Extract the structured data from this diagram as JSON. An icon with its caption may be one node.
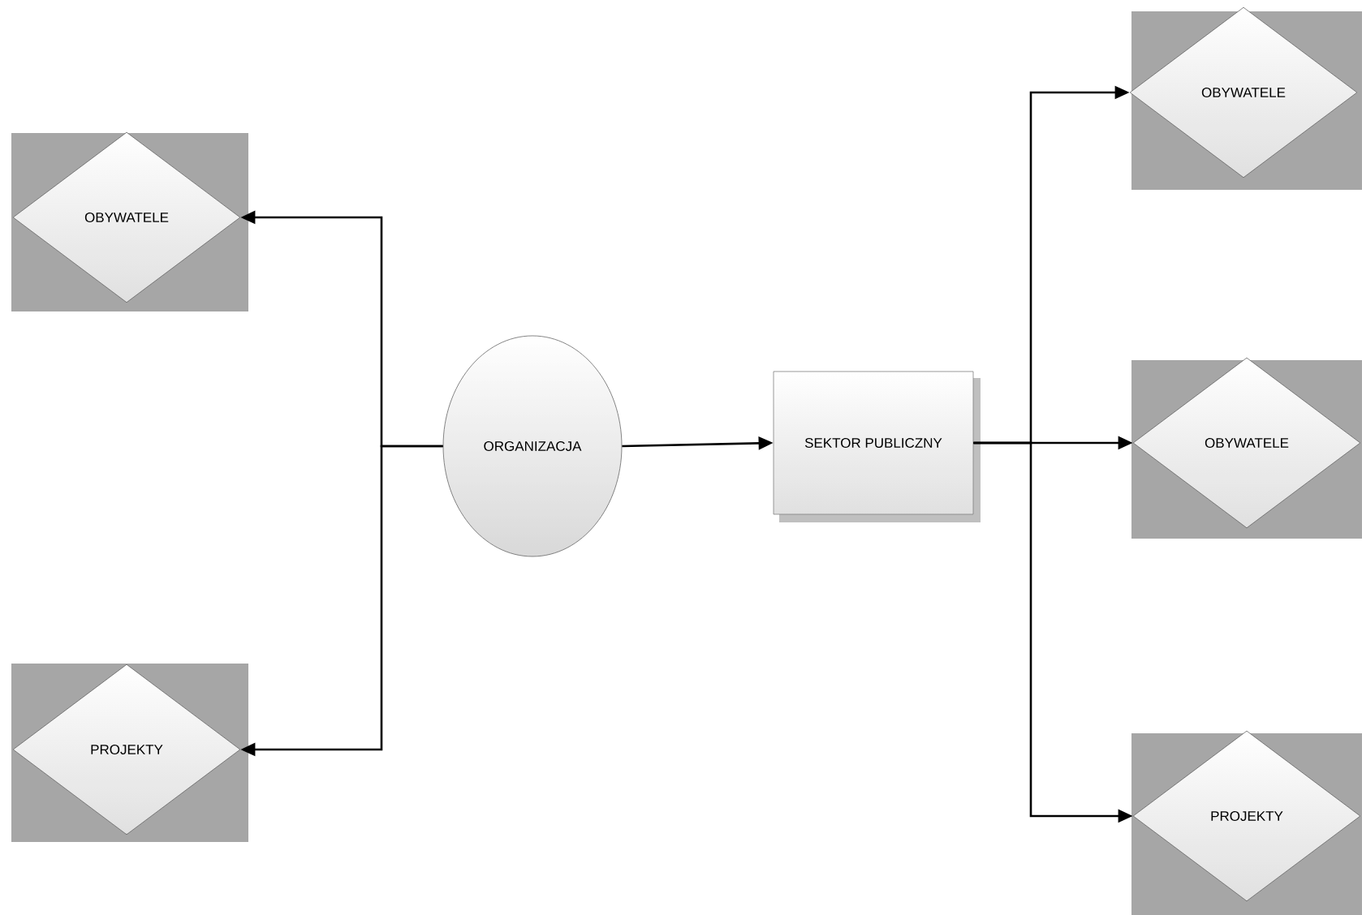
{
  "diagram": {
    "nodes": [
      {
        "text": [
          "OBYWATELE"
        ]
      },
      {
        "text": [
          "PROJEKTY"
        ]
      },
      {
        "text": [
          "ORGANIZACJA"
        ]
      },
      {
        "text": [
          "SEKTOR PUBLICZNY"
        ]
      },
      {
        "text": [
          "OBYWATELE"
        ]
      },
      {
        "text": [
          "OBYWATELE"
        ]
      },
      {
        "text": [
          "PROJEKTY"
        ]
      }
    ],
    "edges": [
      {
        "from": 2,
        "to": 0,
        "arrow": "to"
      },
      {
        "from": 2,
        "to": 1,
        "arrow": "to"
      },
      {
        "from": 2,
        "to": 3,
        "arrow": "to"
      },
      {
        "from": 3,
        "to": 4,
        "arrow": "to"
      },
      {
        "from": 3,
        "to": 5,
        "arrow": "to"
      },
      {
        "from": 3,
        "to": 6,
        "arrow": "to"
      }
    ]
  }
}
